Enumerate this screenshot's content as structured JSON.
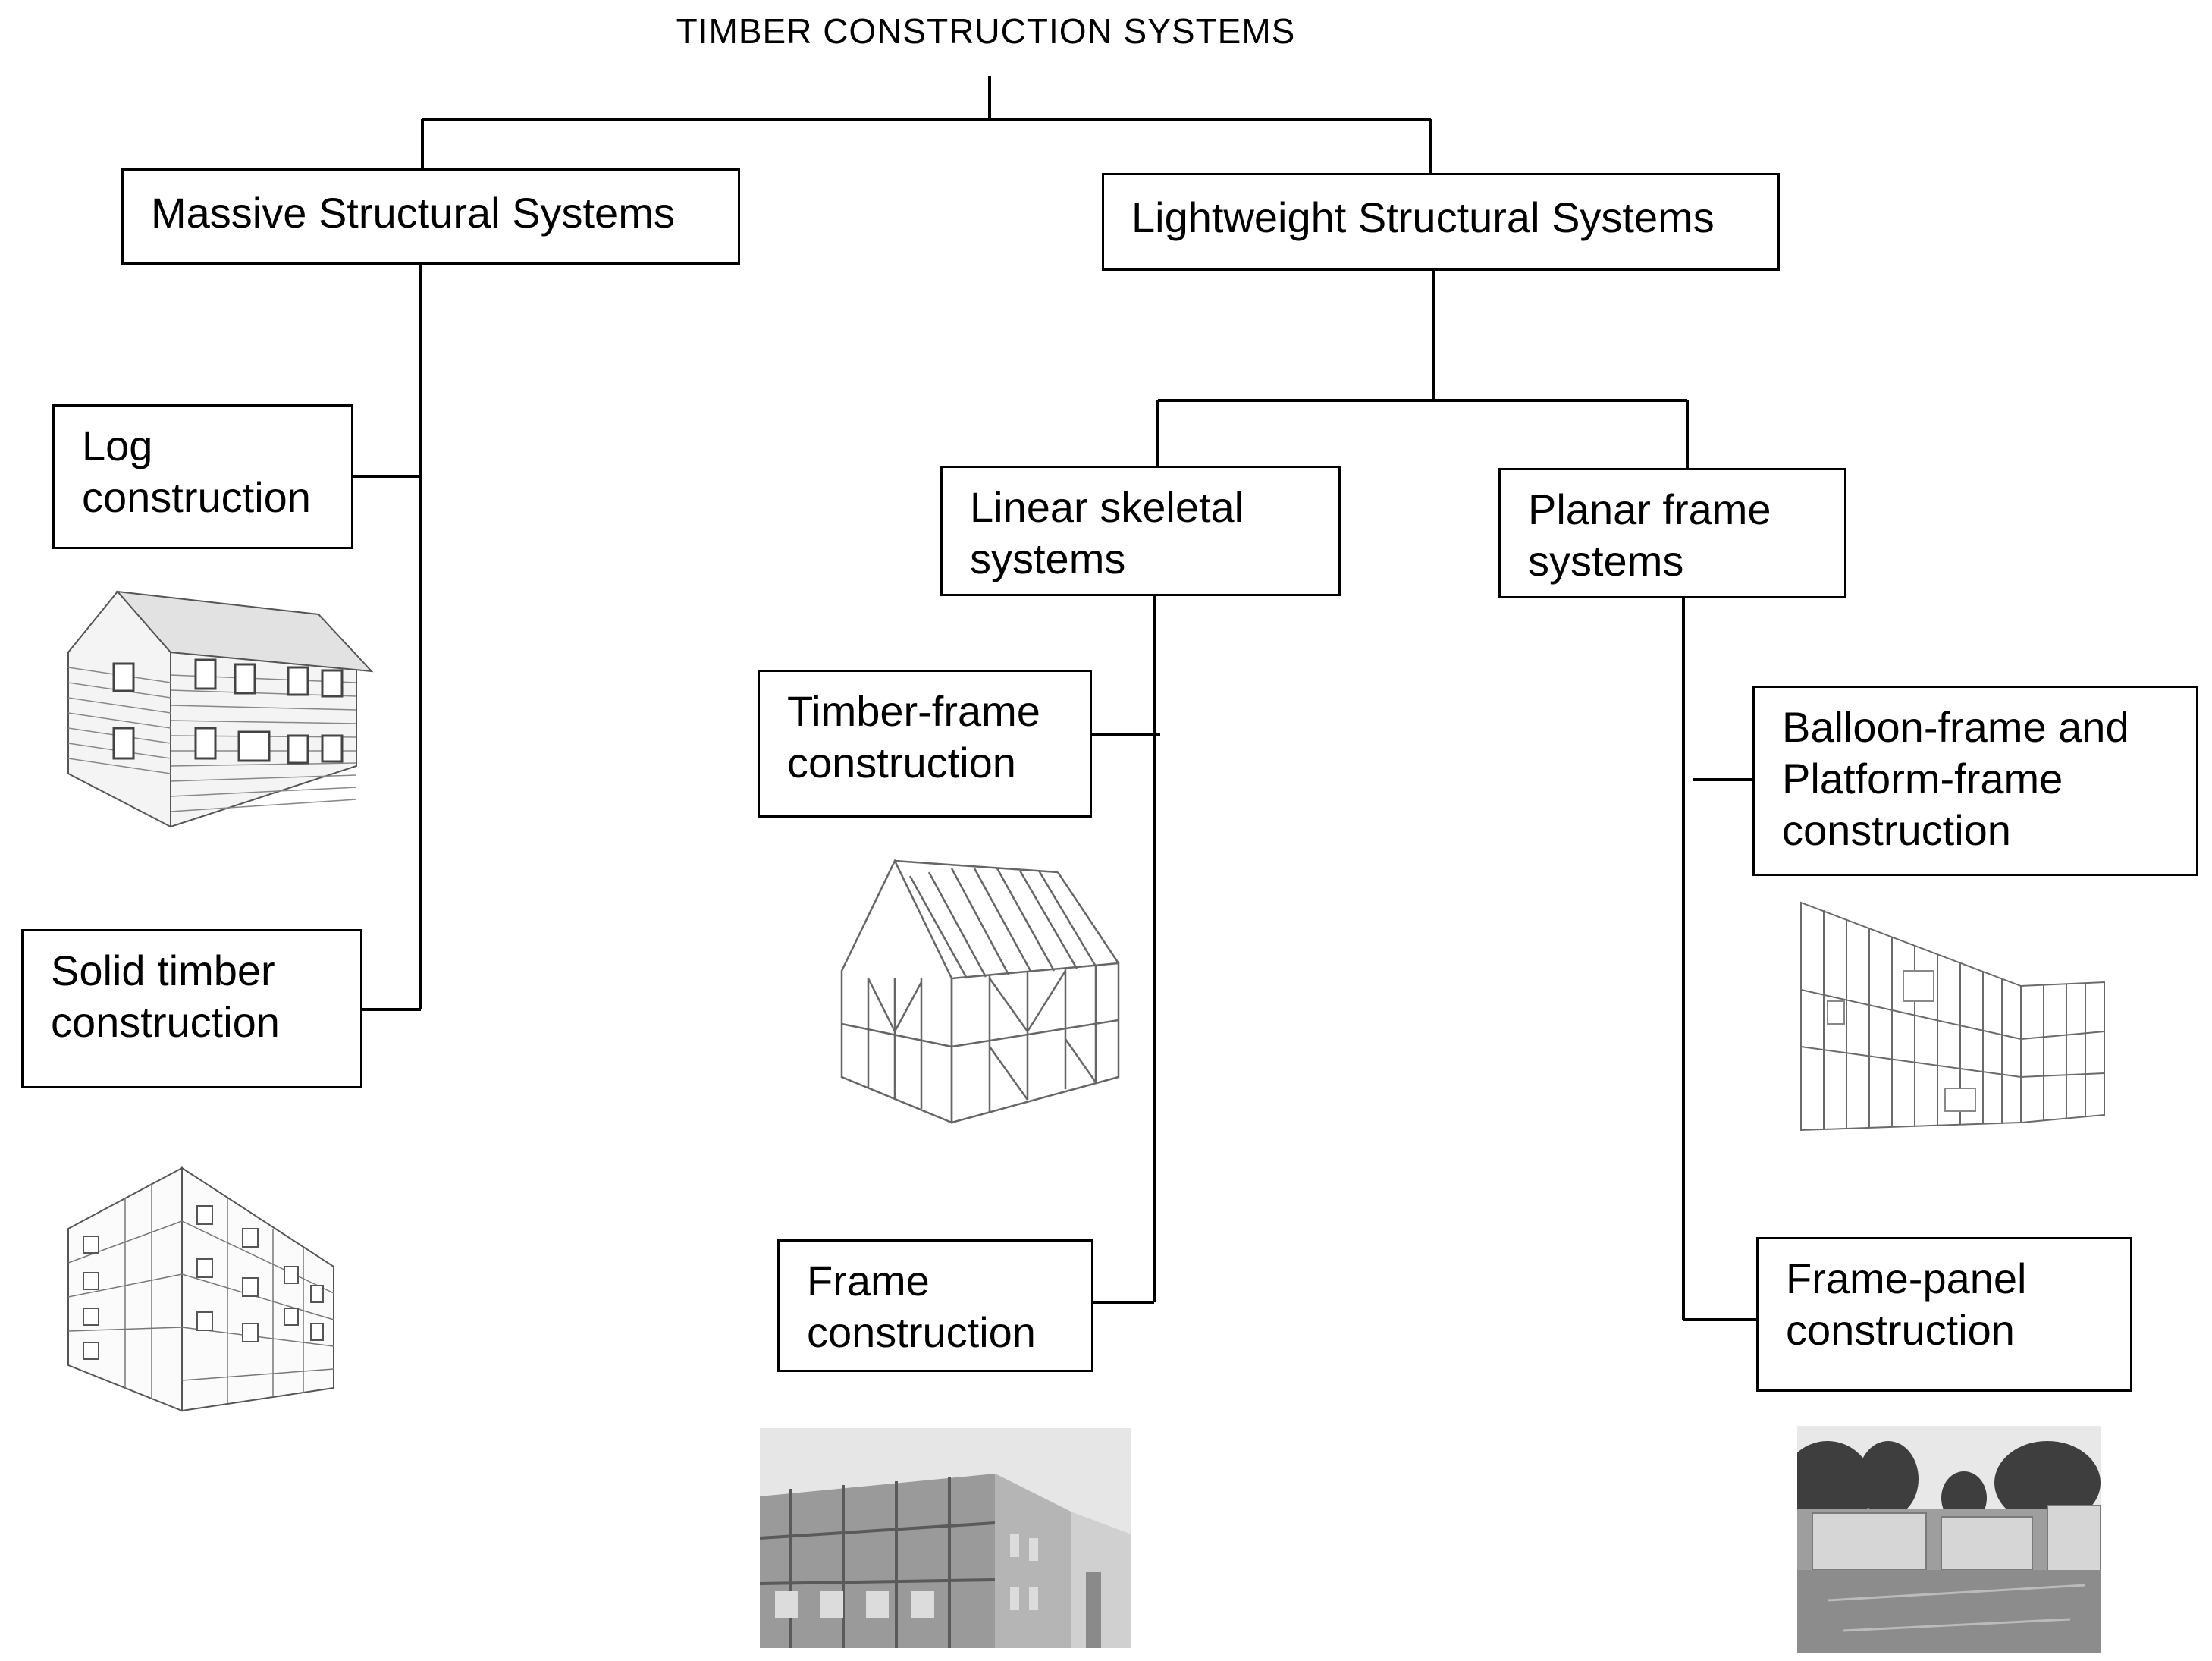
{
  "diagram": {
    "title": "TIMBER CONSTRUCTION SYSTEMS",
    "categories": {
      "massive": {
        "label": "Massive Structural Systems",
        "children": {
          "log": {
            "lines": [
              "Log",
              "construction"
            ],
            "illustration": "log-house-drawing"
          },
          "solid": {
            "lines": [
              "Solid timber",
              "construction"
            ],
            "illustration": "solid-timber-building-drawing"
          }
        }
      },
      "lightweight": {
        "label": "Lightweight Structural Systems",
        "children": {
          "linear": {
            "lines": [
              "Linear skeletal",
              "systems"
            ],
            "children": {
              "timber_frame": {
                "lines": [
                  "Timber-frame",
                  "construction"
                ],
                "illustration": "timber-frame-house-drawing"
              },
              "frame": {
                "lines": [
                  "Frame",
                  "construction"
                ],
                "illustration": "frame-building-photo"
              }
            }
          },
          "planar": {
            "lines": [
              "Planar frame",
              "systems"
            ],
            "children": {
              "balloon": {
                "lines": [
                  "Balloon-frame and",
                  "Platform-frame",
                  "construction"
                ],
                "illustration": "platform-frame-building-drawing"
              },
              "panel": {
                "lines": [
                  "Frame-panel",
                  "construction"
                ],
                "illustration": "frame-panel-site-photo"
              }
            }
          }
        }
      }
    },
    "colors": {
      "line": "#000000",
      "drawing": "#555555",
      "photo_bg": "#bdbdbd"
    }
  }
}
